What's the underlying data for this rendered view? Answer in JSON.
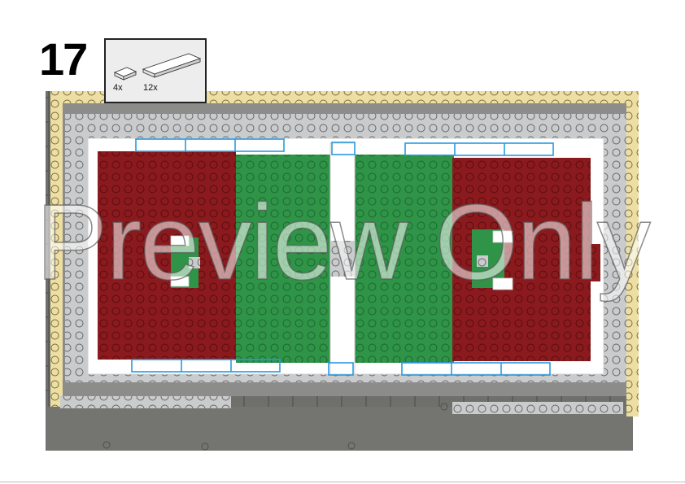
{
  "step": {
    "number": "17"
  },
  "parts": [
    {
      "icon": "tile-1x2-white-icon",
      "quantity": "4x"
    },
    {
      "icon": "tile-1x8-white-icon",
      "quantity": "12x"
    }
  ],
  "watermark": {
    "text": "Preview Only"
  },
  "colors": {
    "baseplate": "#6f706c",
    "tan": "#eddfa4",
    "light_gray": "#c9cbcd",
    "dark_red": "#8a1a1d",
    "green": "#2f9447",
    "white": "#ffffff",
    "highlight": "#2a9adf"
  }
}
